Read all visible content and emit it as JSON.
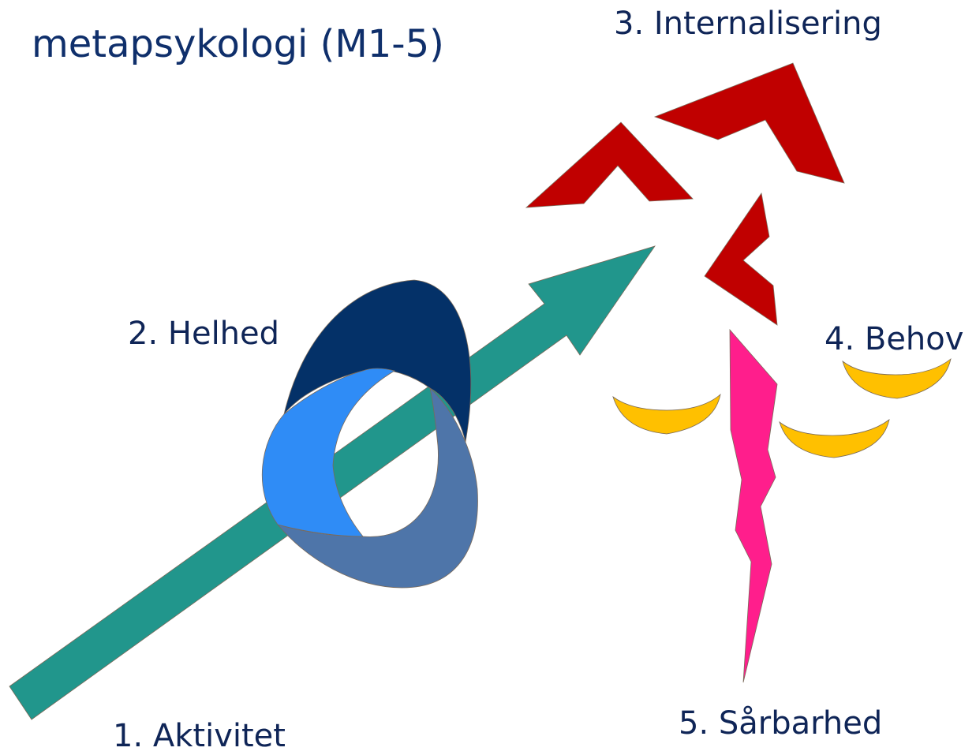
{
  "title": "metapsykologi (M1-5)",
  "labels": {
    "aktivitet": "1. Aktivitet",
    "helhed": "2. Helhed",
    "internalisering": "3. Internalisering",
    "behov": "4. Behov",
    "saarbarhed": "5. Sårbarhed"
  },
  "colors": {
    "title_text": "#0f2f6b",
    "label_text": "#0f2557",
    "arrow": "#21968c",
    "ring_dark": "#043168",
    "ring_light": "#2f8cf6",
    "ring_mid": "#4e75a9",
    "chevrons": "#c00000",
    "cups": "#ffc000",
    "lightning": "#ff1e8c"
  }
}
